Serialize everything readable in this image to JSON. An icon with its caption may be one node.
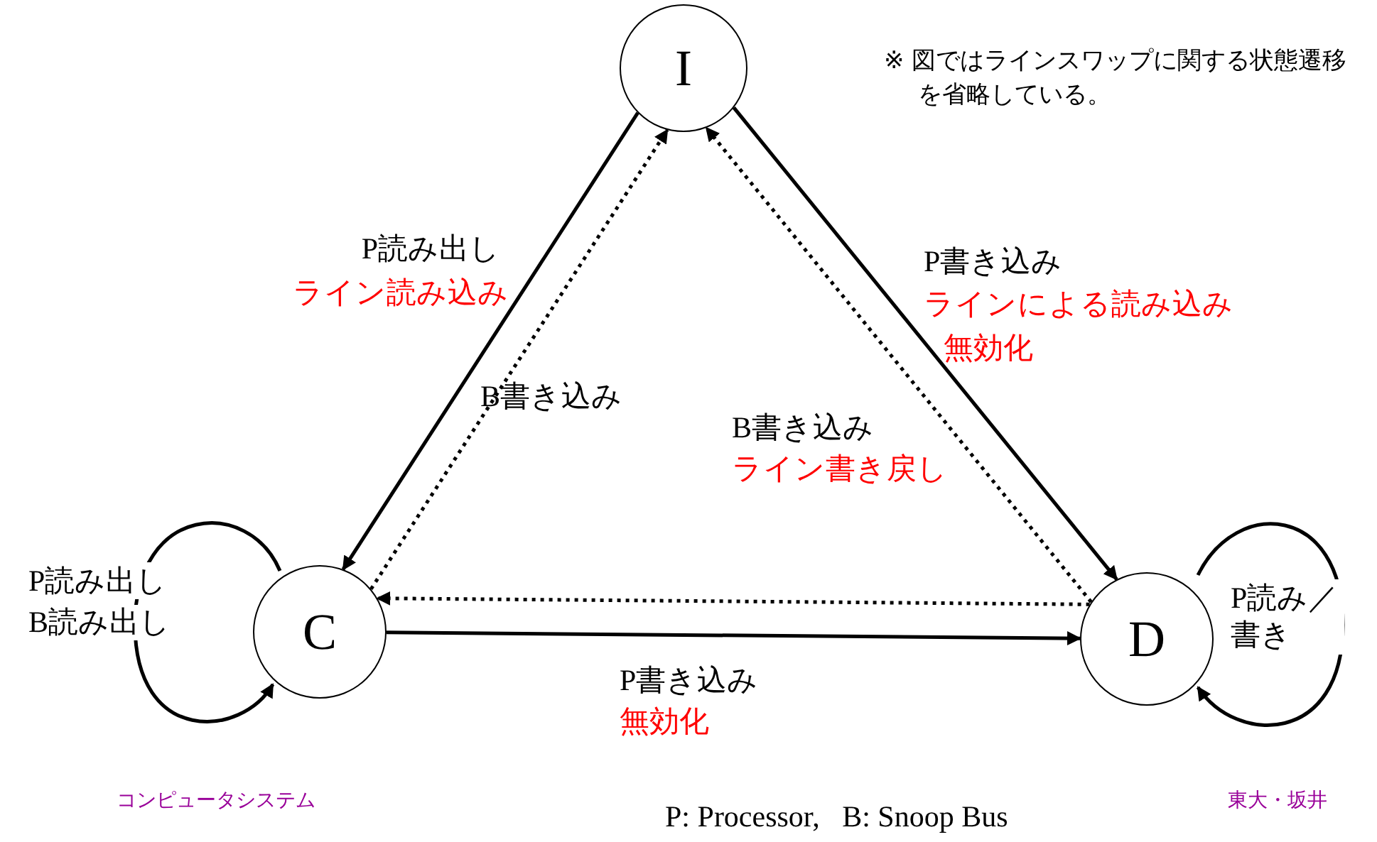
{
  "diagram": {
    "nodes": [
      {
        "text": [
          "I"
        ]
      },
      {
        "text": [
          "C"
        ]
      },
      {
        "text": [
          "D"
        ]
      }
    ],
    "edges": [
      {
        "from": 0,
        "to": 1,
        "arrow": "to",
        "label": "P読み出し"
      },
      {
        "from": 1,
        "to": 0,
        "arrow": "to",
        "label": "B書き込み",
        "style": "dashed"
      },
      {
        "from": 0,
        "to": 2,
        "arrow": "to",
        "label": "P書き込み"
      },
      {
        "from": 2,
        "to": 0,
        "arrow": "to",
        "label": "B書き込み",
        "style": "dashed"
      },
      {
        "from": 2,
        "to": 1,
        "arrow": "to",
        "style": "dashed"
      },
      {
        "from": 1,
        "to": 2,
        "arrow": "to",
        "label": "P書き込み"
      },
      {
        "from": 1,
        "to": 1,
        "arrow": "to",
        "label": "P読み出し"
      },
      {
        "from": 2,
        "to": 2,
        "arrow": "to",
        "label": "P読み／書き"
      }
    ],
    "labels": [
      "※ 図ではラインスワップに関する状態遷移を省略している。",
      "ライン読み込み",
      "ラインによる読み込み",
      "無効化",
      "ライン書き戻し",
      "B読み出し",
      "無効化",
      "コンピュータシステム",
      "東大・坂井",
      "P: Processor,   B: Snoop Bus"
    ]
  }
}
